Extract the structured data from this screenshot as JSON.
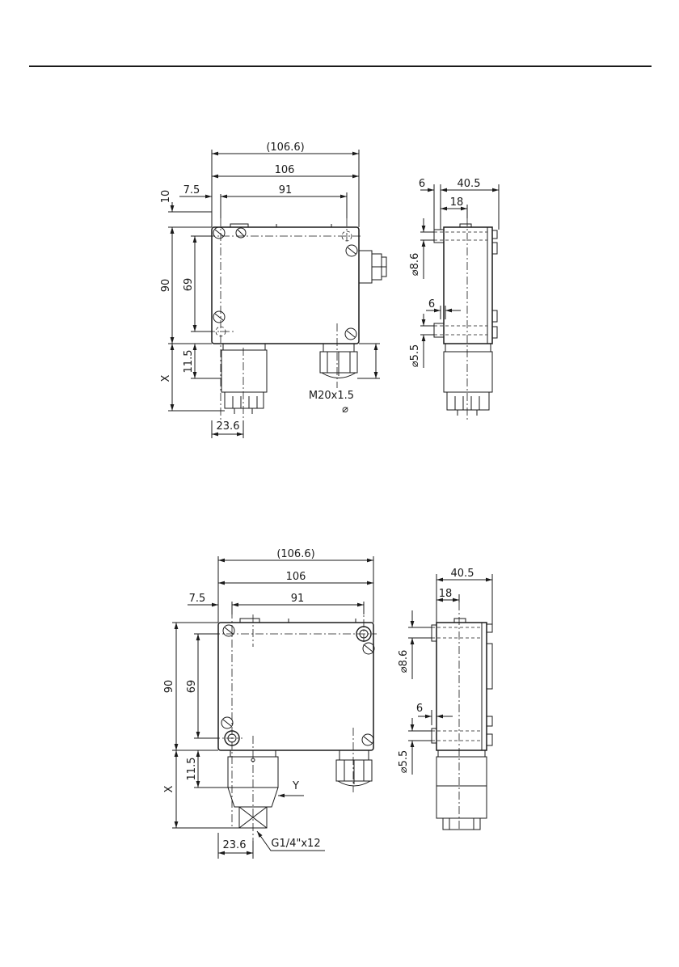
{
  "drawing_top": {
    "width_overall": "(106.6)",
    "width_body": "106",
    "hole_pitch_h": "91",
    "offset_left": "7.5",
    "offset_top": "10",
    "height_body": "90",
    "hole_pitch_v": "69",
    "conn_height": "11.5",
    "conn_total": "X",
    "conn_width": "23.6",
    "gland_thread": "M20x1.5",
    "gland_dia": "⌀",
    "side_depth": "40.5",
    "side_offset": "6",
    "side_inner": "18",
    "side_hole_dia": "⌀8.6",
    "side_wall": "6",
    "side_slot_dia": "⌀5.5"
  },
  "drawing_bottom": {
    "width_overall": "(106.6)",
    "width_body": "106",
    "hole_pitch_h": "91",
    "offset_left": "7.5",
    "height_body": "90",
    "hole_pitch_v": "69",
    "conn_height": "11.5",
    "conn_total": "X",
    "conn_width": "23.6",
    "port_thread": "G1/4\"x12",
    "port_label": "Y",
    "side_depth": "40.5",
    "side_inner": "18",
    "side_hole_dia": "⌀8.6",
    "side_wall": "6",
    "side_slot_dia": "⌀5.5"
  }
}
